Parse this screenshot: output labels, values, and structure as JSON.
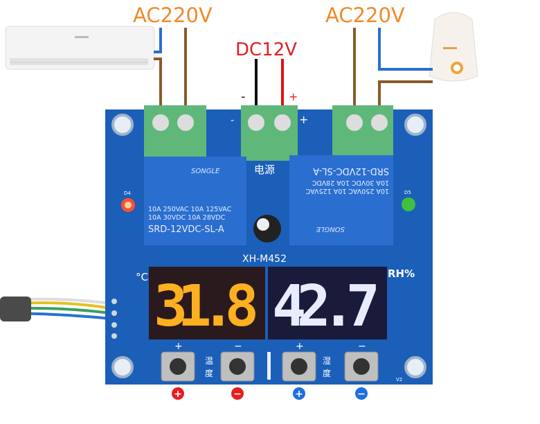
{
  "labels": {
    "ac_left": "AC220V",
    "dc": "DC12V",
    "ac_right": "AC220V",
    "dc_minus": "-",
    "dc_plus": "+"
  },
  "board": {
    "model": "XH-M452",
    "power_label": "电源",
    "minus_mark": "-",
    "plus_mark": "+",
    "led_left": "D4",
    "led_right": "D5",
    "unit_temp": "°C",
    "unit_humidity": "RH%",
    "version": "V2",
    "temp_label": [
      "温",
      "度"
    ],
    "humidity_label": [
      "湿",
      "度"
    ],
    "relay_left": {
      "brand": "SONGLE",
      "rating1": "10A 250VAC  10A 125VAC",
      "rating2": "10A  30VDC  10A  28VDC",
      "model": "SRD-12VDC-SL-A"
    },
    "relay_right": {
      "brand": "SONGLE",
      "rating1": "10A 250VAC  10A 125VAC",
      "rating2": "10A  30VDC  10A  28VDC",
      "model": "SRD-12VDC-SL-A"
    }
  },
  "display": {
    "temperature": "31.8",
    "humidity": "42.7",
    "temp_color": "#ffb020",
    "humidity_color": "#e8ecff"
  },
  "buttons": [
    {
      "mark": "+",
      "name": "temp-plus",
      "indicator_color": "#e61e1e"
    },
    {
      "mark": "−",
      "name": "temp-minus",
      "indicator_color": "#e61e1e"
    },
    {
      "mark": "+",
      "name": "humidity-plus",
      "indicator_color": "#1e6fe0"
    },
    {
      "mark": "−",
      "name": "humidity-minus",
      "indicator_color": "#1e6fe0"
    }
  ],
  "colors": {
    "board": "#1b5fb8",
    "terminal": "#5fb87a",
    "relay": "#2a6fd0",
    "label_ac": "#f08a2a",
    "label_dc": "#e02020",
    "wire_brown": "#8a5a2b",
    "wire_blue": "#2a6fd0"
  }
}
